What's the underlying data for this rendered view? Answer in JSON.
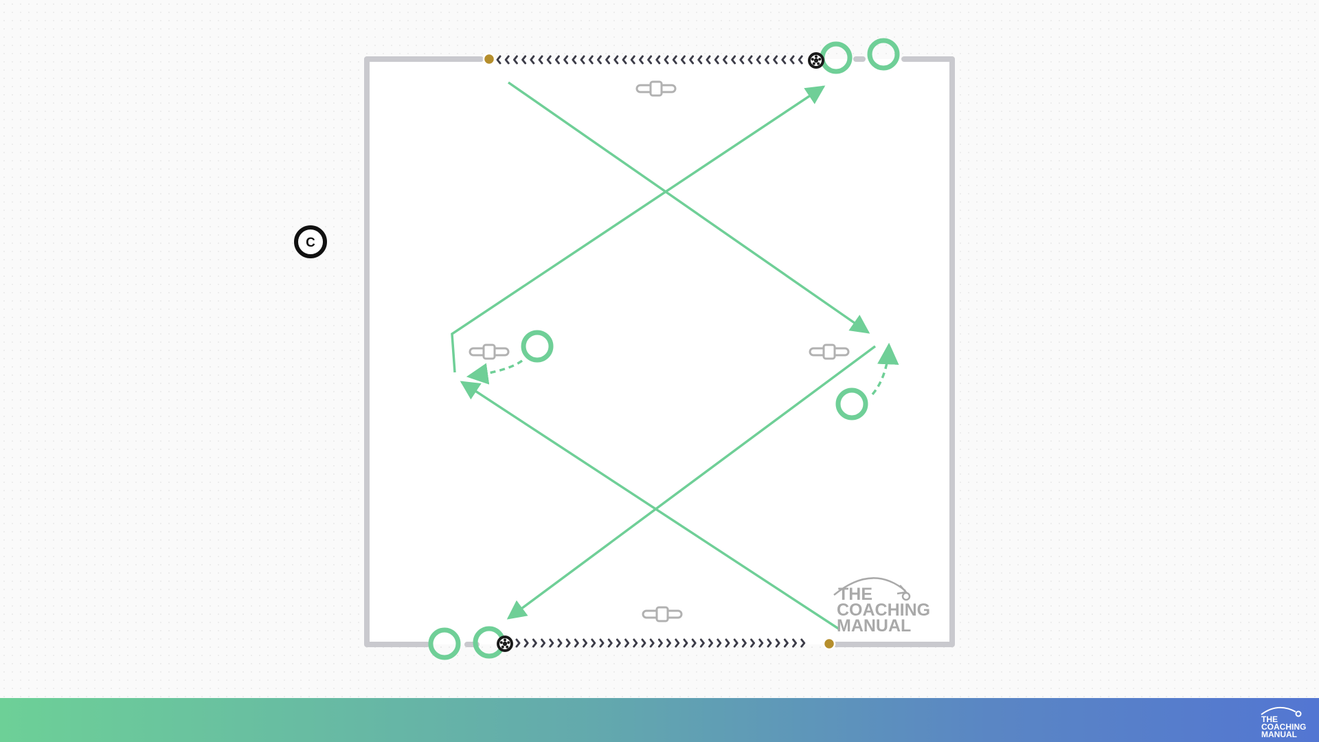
{
  "watermark": {
    "line1": "THE",
    "line2": "COACHING",
    "line3": "MANUAL",
    "color": "#a9a9a9"
  },
  "footer": {
    "logo_line1": "THE",
    "logo_line2": "COACHING",
    "logo_line3": "MANUAL",
    "gradient_start": "#6dd097",
    "gradient_end": "#5376d2"
  },
  "coach_marker": {
    "label": "C"
  },
  "colors": {
    "field_border": "#c9c9ce",
    "player": "#6fcf97",
    "run_line": "#6fcf97",
    "gate_cone": "#b1b1b1",
    "dribble_arrows": "#3c3c48",
    "cone_yellow": "#b58e2c"
  }
}
